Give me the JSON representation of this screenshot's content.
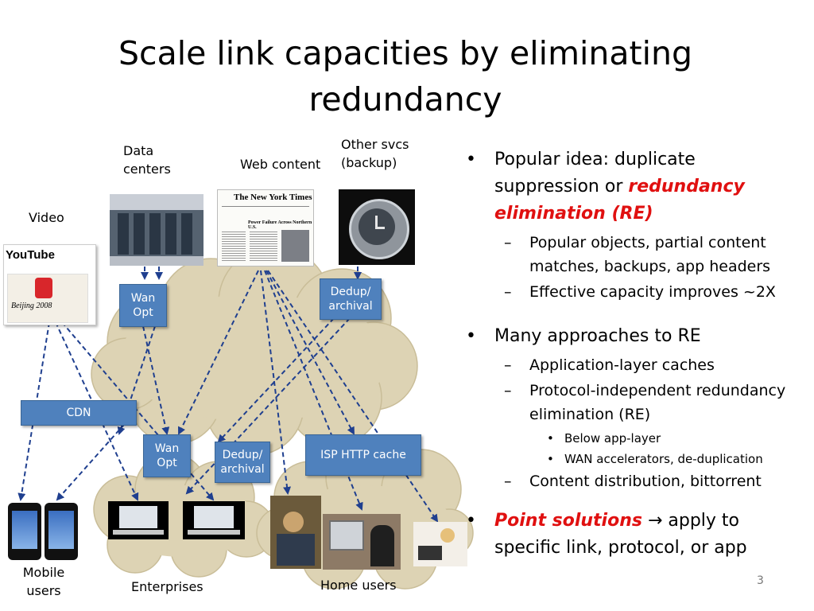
{
  "slide": {
    "title": "Scale link capacities by eliminating redundancy",
    "page_number": "3"
  },
  "diagram": {
    "labels": {
      "video": "Video",
      "data_centers": "Data centers",
      "web_content": "Web content",
      "other_svcs": "Other svcs (backup)",
      "mobile_users": "Mobile users",
      "enterprises": "Enterprises",
      "home_users": "Home users"
    },
    "boxes": {
      "wan_opt_top": "Wan Opt",
      "dedup_top": "Dedup/ archival",
      "cdn": "CDN",
      "wan_opt_bottom": "Wan Opt",
      "dedup_bottom": "Dedup/ archival",
      "isp_cache": "ISP HTTP cache"
    },
    "thumbnails": {
      "youtube_text": "YouTube",
      "beijing_text": "Beijing 2008",
      "nyt_masthead": "The New York Times",
      "nyt_headline": "Power Failure Across Northern U.S."
    },
    "colors": {
      "box_fill": "#4f81bd",
      "arrow": "#1f3f8f",
      "cloud_fill": "#ddd3b4"
    }
  },
  "bullets": {
    "popular": {
      "prefix": "Popular idea: duplicate suppression or ",
      "highlight": "redundancy elimination (RE)"
    },
    "popular_subs": [
      "Popular objects, partial content matches, backups, app headers",
      "Effective capacity improves ~2X"
    ],
    "many": "Many approaches to RE",
    "many_sub1": "Application-layer caches",
    "many_sub2": "Protocol-independent redundancy elimination (RE)",
    "many_sub2_items": [
      "Below app-layer",
      "WAN accelerators, de-duplication"
    ],
    "many_sub3": "Content distribution, bittorrent",
    "point": {
      "highlight": "Point solutions",
      "arrow": "→",
      "rest": " apply to specific link, protocol, or app"
    }
  }
}
